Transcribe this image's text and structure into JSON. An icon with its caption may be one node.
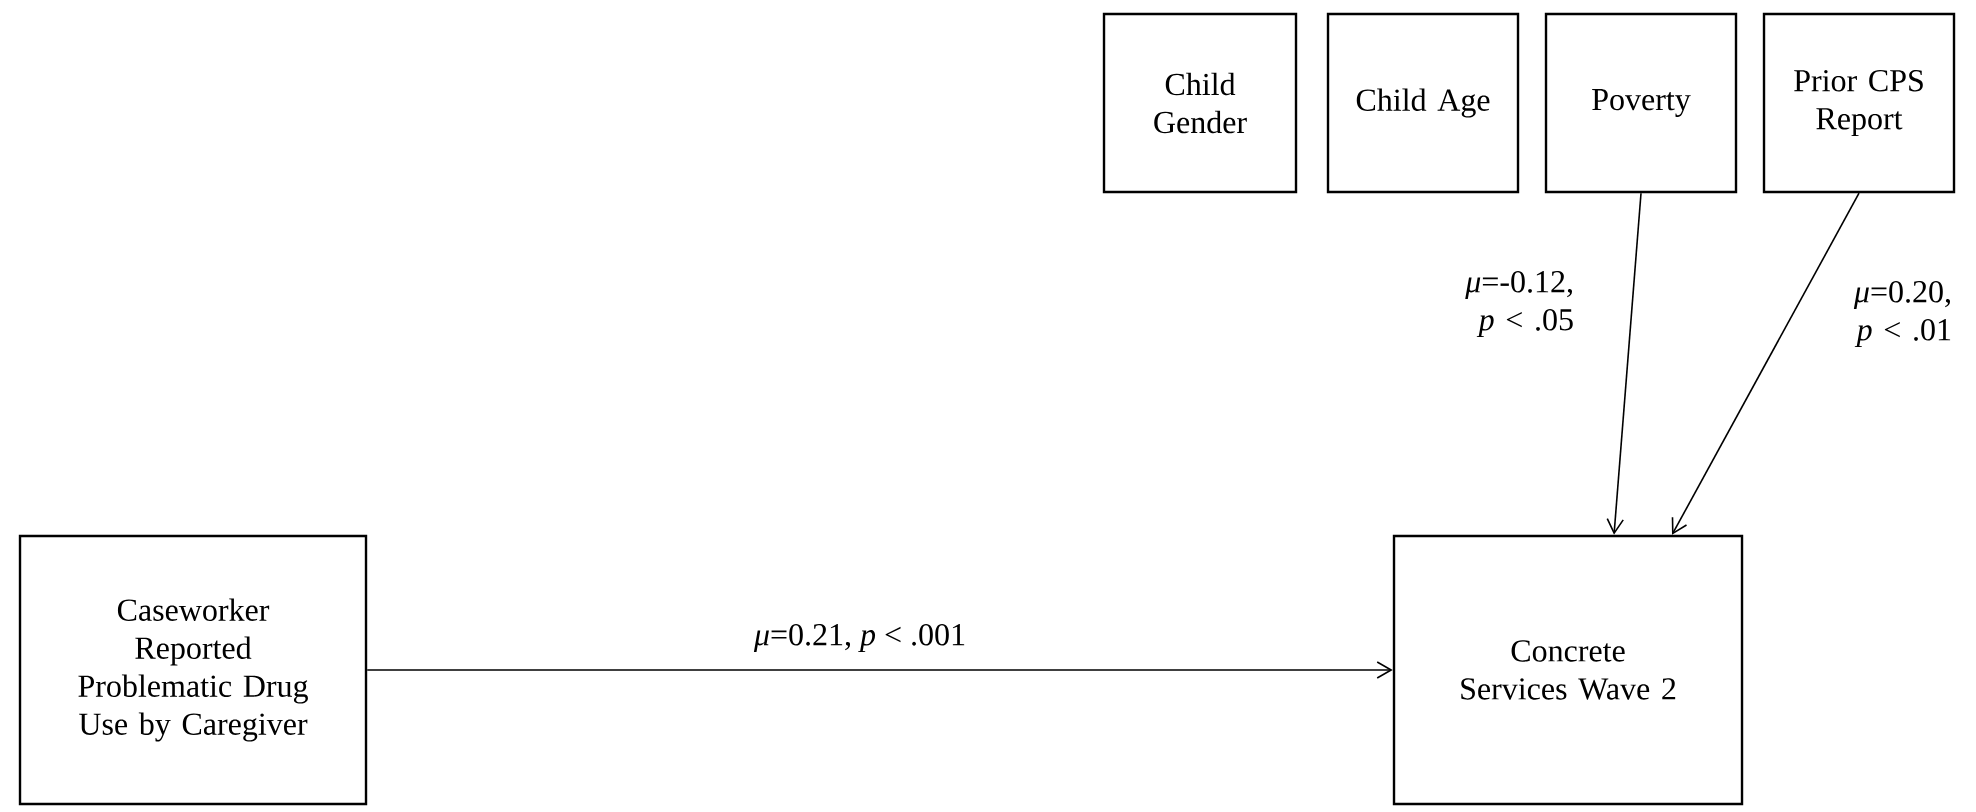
{
  "diagram": {
    "nodes": [
      {
        "text": [
          "Child Gender"
        ]
      },
      {
        "text": [
          "Child Age"
        ]
      },
      {
        "text": [
          "Poverty"
        ]
      },
      {
        "text": [
          "Prior CPS Report"
        ]
      },
      {
        "text": [
          "Caseworker Reported Problematic Drug Use by Caregiver"
        ]
      },
      {
        "text": [
          "Concrete Services Wave 2"
        ]
      }
    ],
    "edges": [
      {
        "from": 2,
        "to": 5,
        "arrow": "to",
        "label": "*μ*=-0.12, *p* < .05"
      },
      {
        "from": 3,
        "to": 5,
        "arrow": "to",
        "label": "*μ*=0.20, *p* < .01"
      },
      {
        "from": 4,
        "to": 5,
        "arrow": "to",
        "label": "*μ*=0.21, *p* < .001"
      }
    ]
  }
}
